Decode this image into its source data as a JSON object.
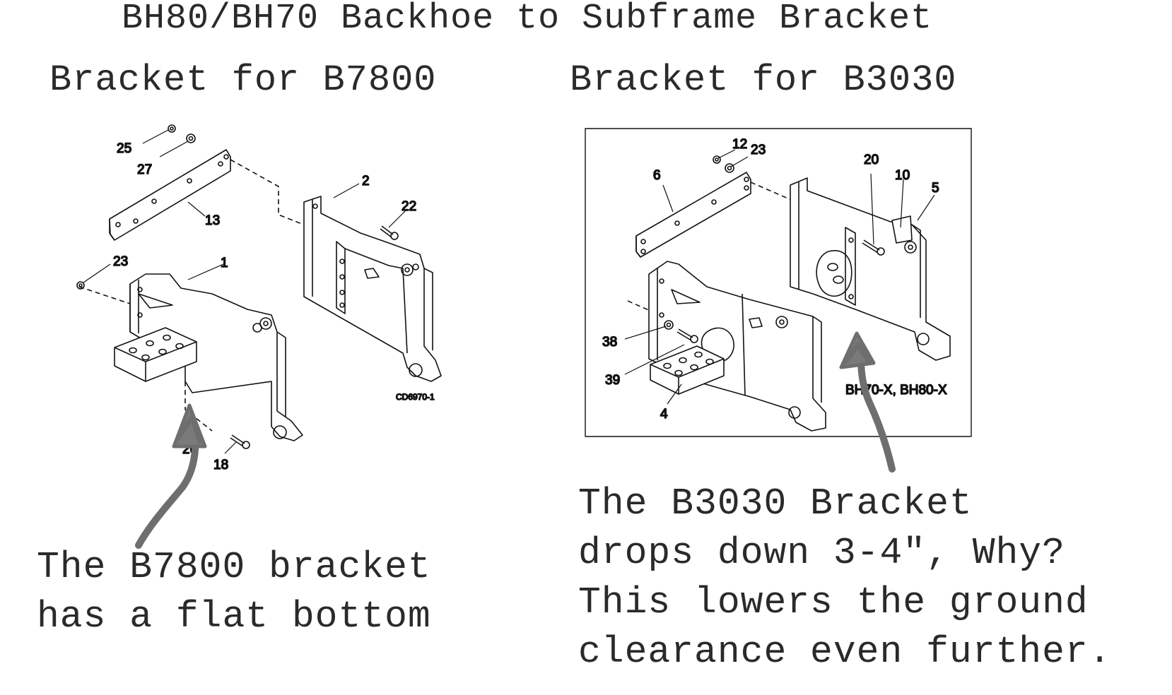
{
  "title": "BH80/BH70 Backhoe to Subframe Bracket",
  "left_panel": {
    "heading": "Bracket for B7800",
    "diagram_code": "CD6970-1",
    "callouts": [
      "25",
      "27",
      "13",
      "2",
      "22",
      "23",
      "1",
      "18",
      "26"
    ],
    "note": "The B7800 bracket\nhas a flat bottom"
  },
  "right_panel": {
    "heading": "Bracket for B3030",
    "diagram_code": "BH70-X, BH80-X",
    "callouts": [
      "12",
      "23",
      "6",
      "20",
      "10",
      "5",
      "38",
      "39",
      "4"
    ],
    "note": "The B3030 Bracket\ndrops down 3-4\", Why?\nThis lowers the ground\nclearance even further."
  },
  "colors": {
    "ink": "#111111",
    "arrow": "#6e6e6e",
    "text": "#2a2a2a"
  }
}
